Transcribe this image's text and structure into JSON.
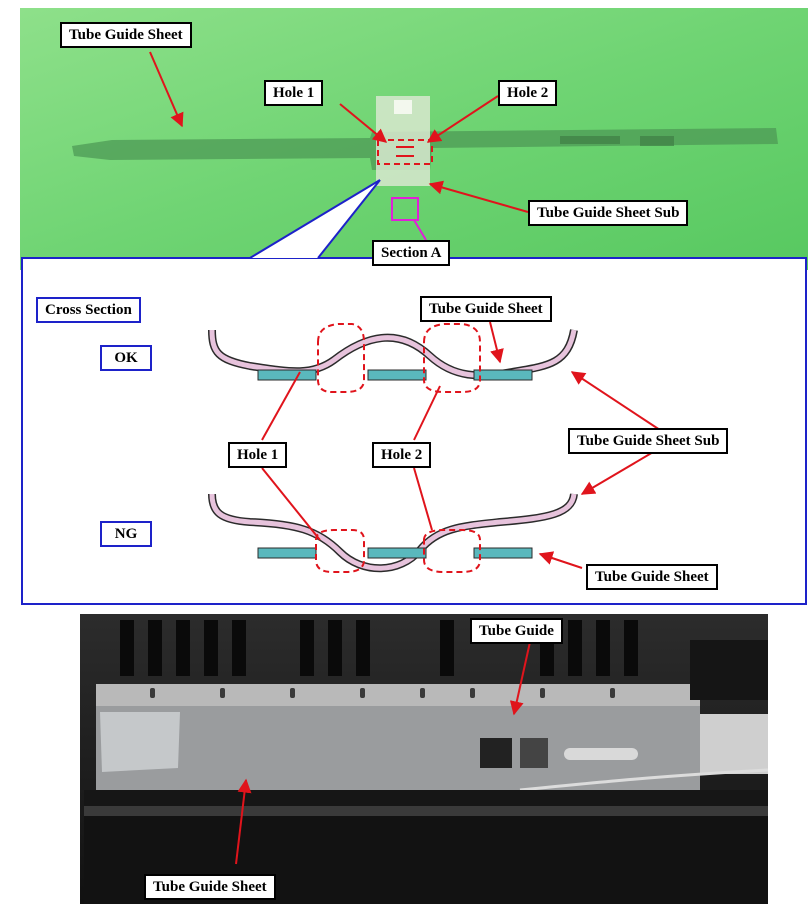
{
  "photo_top": {
    "labels": {
      "tube_guide_sheet": "Tube Guide Sheet",
      "hole1": "Hole 1",
      "hole2": "Hole 2",
      "tube_guide_sheet_sub": "Tube Guide Sheet Sub",
      "section_a": "Section A"
    }
  },
  "cross_section": {
    "title": "Cross Section",
    "ok": "OK",
    "ng": "NG",
    "tube_guide_sheet_top": "Tube Guide Sheet",
    "tube_guide_sheet_sub": "Tube Guide Sheet Sub",
    "hole1": "Hole 1",
    "hole2": "Hole 2",
    "tube_guide_sheet_bottom": "Tube Guide Sheet"
  },
  "photo_bottom": {
    "labels": {
      "tube_guide": "Tube Guide",
      "tube_guide_sheet": "Tube Guide Sheet"
    }
  },
  "colors": {
    "callout": "#e0141c",
    "frame": "#1d22c9",
    "sheet": "#5ab8bd",
    "sub": "#e7c3dc",
    "section_box": "#e020d8",
    "background_green": "#6ed26e"
  }
}
